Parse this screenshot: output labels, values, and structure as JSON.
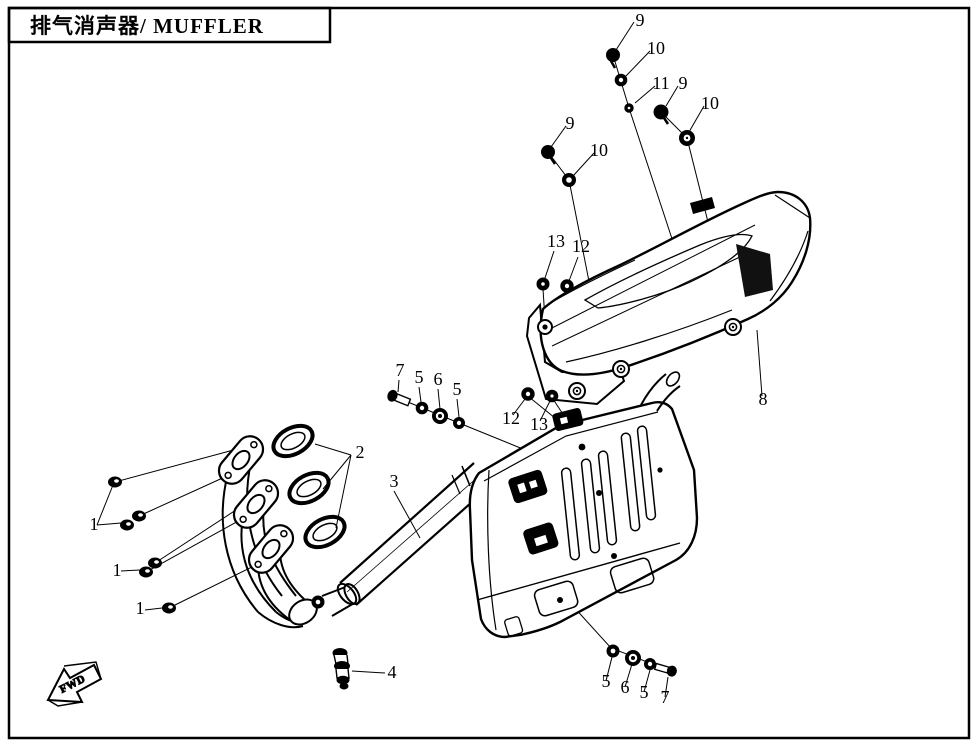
{
  "colors": {
    "ink": "#000000",
    "paper": "#ffffff"
  },
  "title": {
    "label": "排气消声器/ MUFFLER"
  },
  "direction_marker": {
    "label": "FWD"
  },
  "callouts": [
    {
      "id": "9-top",
      "label": "9"
    },
    {
      "id": "10-top",
      "label": "10"
    },
    {
      "id": "11",
      "label": "11"
    },
    {
      "id": "9-right",
      "label": "9"
    },
    {
      "id": "10-right",
      "label": "10"
    },
    {
      "id": "9-left",
      "label": "9"
    },
    {
      "id": "10-left",
      "label": "10"
    },
    {
      "id": "13-upper",
      "label": "13"
    },
    {
      "id": "12-upper",
      "label": "12"
    },
    {
      "id": "7-upper",
      "label": "7"
    },
    {
      "id": "5-upper-a",
      "label": "5"
    },
    {
      "id": "6-upper",
      "label": "6"
    },
    {
      "id": "5-upper-b",
      "label": "5"
    },
    {
      "id": "12-mid",
      "label": "12"
    },
    {
      "id": "13-mid",
      "label": "13"
    },
    {
      "id": "8",
      "label": "8"
    },
    {
      "id": "2",
      "label": "2"
    },
    {
      "id": "3",
      "label": "3"
    },
    {
      "id": "1-a",
      "label": "1"
    },
    {
      "id": "1-b",
      "label": "1"
    },
    {
      "id": "1-c",
      "label": "1"
    },
    {
      "id": "4",
      "label": "4"
    },
    {
      "id": "5-lower-a",
      "label": "5"
    },
    {
      "id": "6-lower",
      "label": "6"
    },
    {
      "id": "5-lower-b",
      "label": "5"
    },
    {
      "id": "7-lower",
      "label": "7"
    }
  ]
}
